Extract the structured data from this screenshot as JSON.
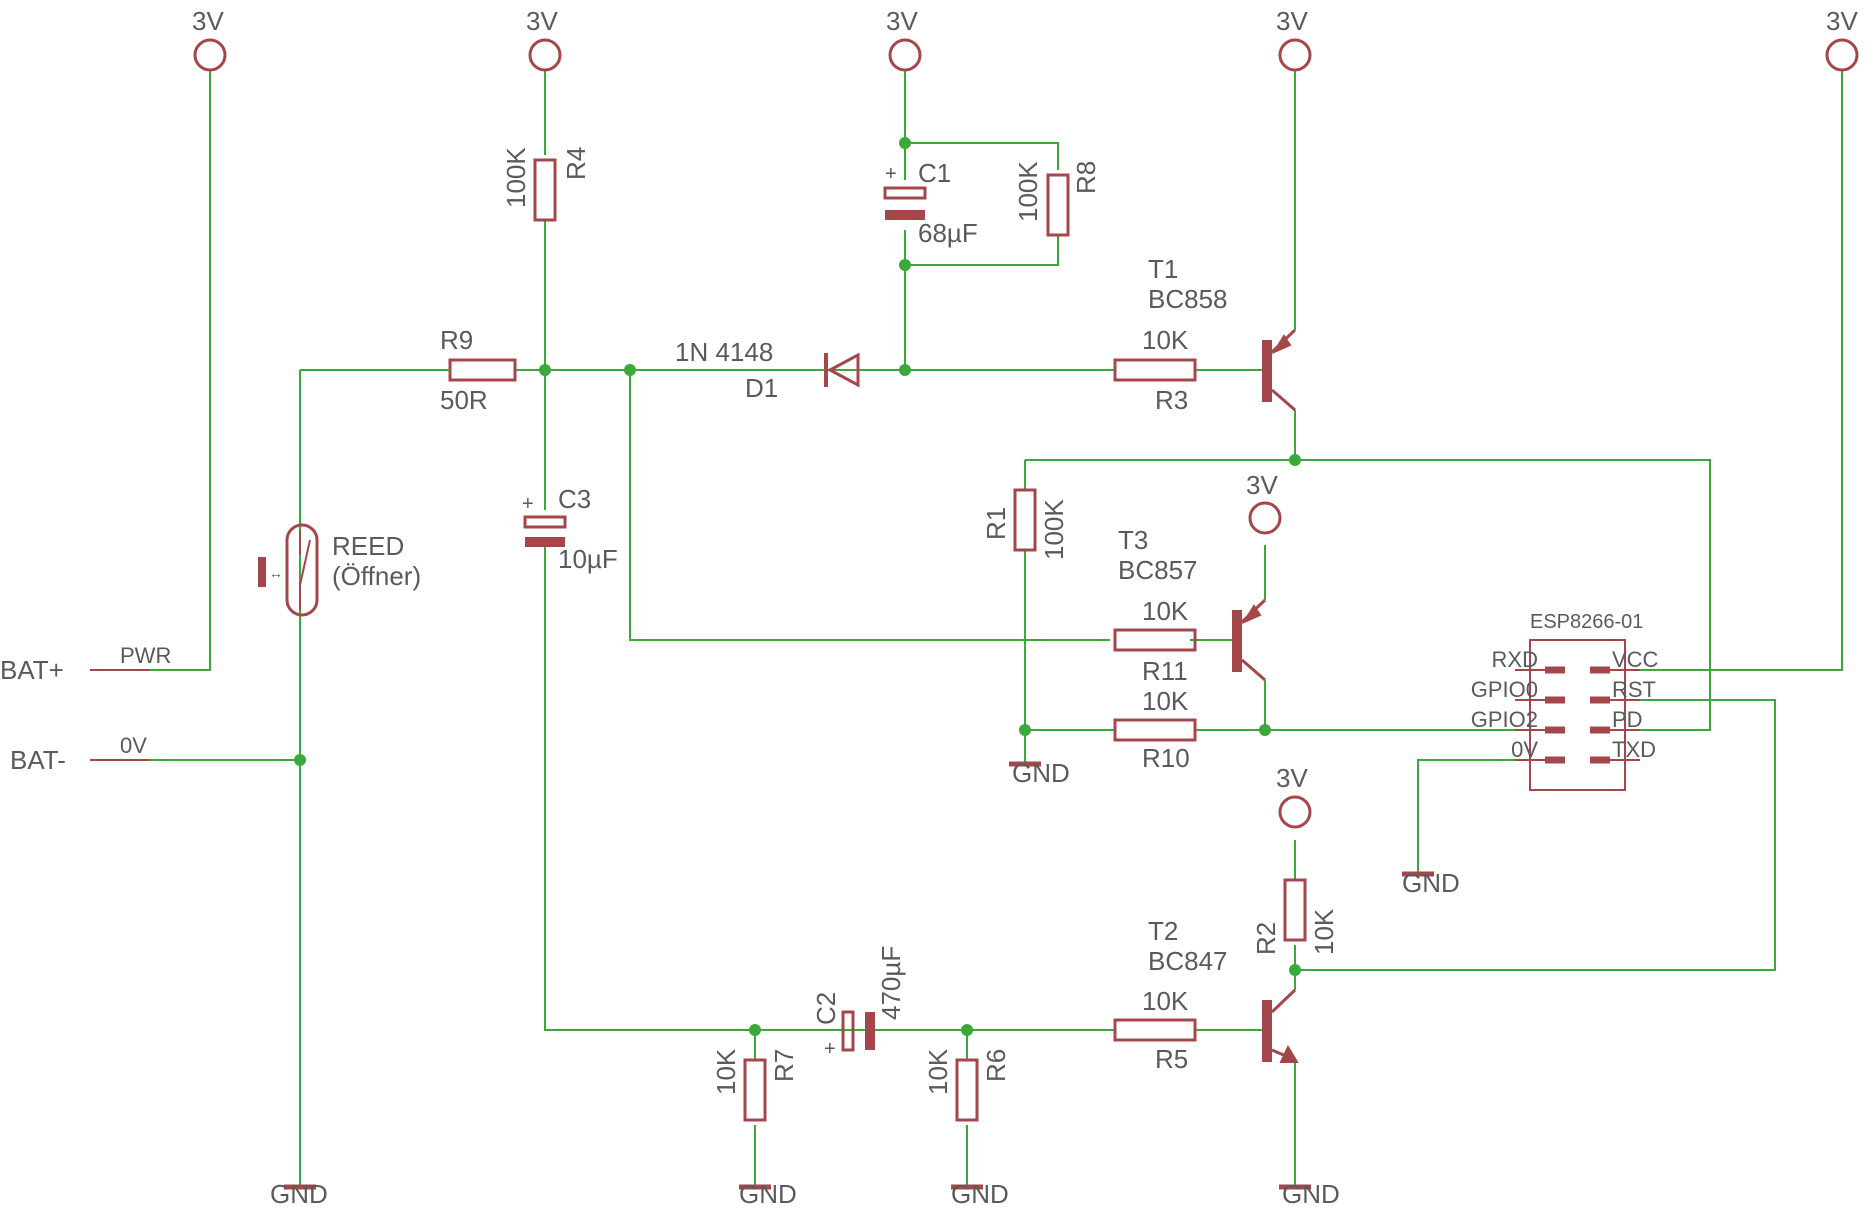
{
  "supply": {
    "v3": "3V",
    "gnd": "GND"
  },
  "connectors": {
    "bat_plus": "BAT+",
    "bat_minus": "BAT-",
    "pwr": "PWR",
    "zero_v": "0V"
  },
  "reed": {
    "name": "REED",
    "note": "(Öffner)"
  },
  "resistors": {
    "r1": {
      "name": "R1",
      "value": "100K"
    },
    "r2": {
      "name": "R2",
      "value": "10K"
    },
    "r3": {
      "name": "R3",
      "value": "10K"
    },
    "r4": {
      "name": "R4",
      "value": "100K"
    },
    "r5": {
      "name": "R5",
      "value": "10K"
    },
    "r6": {
      "name": "R6",
      "value": "10K"
    },
    "r7": {
      "name": "R7",
      "value": "10K"
    },
    "r8": {
      "name": "R8",
      "value": "100K"
    },
    "r9": {
      "name": "R9",
      "value": "50R"
    },
    "r10": {
      "name": "R10",
      "value": "10K"
    },
    "r11": {
      "name": "R11",
      "value": "10K"
    }
  },
  "capacitors": {
    "c1": {
      "name": "C1",
      "value": "68µF"
    },
    "c2": {
      "name": "C2",
      "value": "470µF"
    },
    "c3": {
      "name": "C3",
      "value": "10µF"
    }
  },
  "diode": {
    "name": "D1",
    "value": "1N 4148"
  },
  "transistors": {
    "t1": {
      "name": "T1",
      "type": "BC858"
    },
    "t2": {
      "name": "T2",
      "type": "BC847"
    },
    "t3": {
      "name": "T3",
      "type": "BC857"
    }
  },
  "esp": {
    "title": "ESP8266-01",
    "left_pins": [
      "RXD",
      "GPIO0",
      "GPIO2",
      "0V"
    ],
    "right_pins": [
      "VCC",
      "RST",
      "PD",
      "TXD"
    ]
  },
  "colors": {
    "wire": "#3aa93a",
    "symbol": "#a5474a",
    "text": "#5a5a5a"
  }
}
